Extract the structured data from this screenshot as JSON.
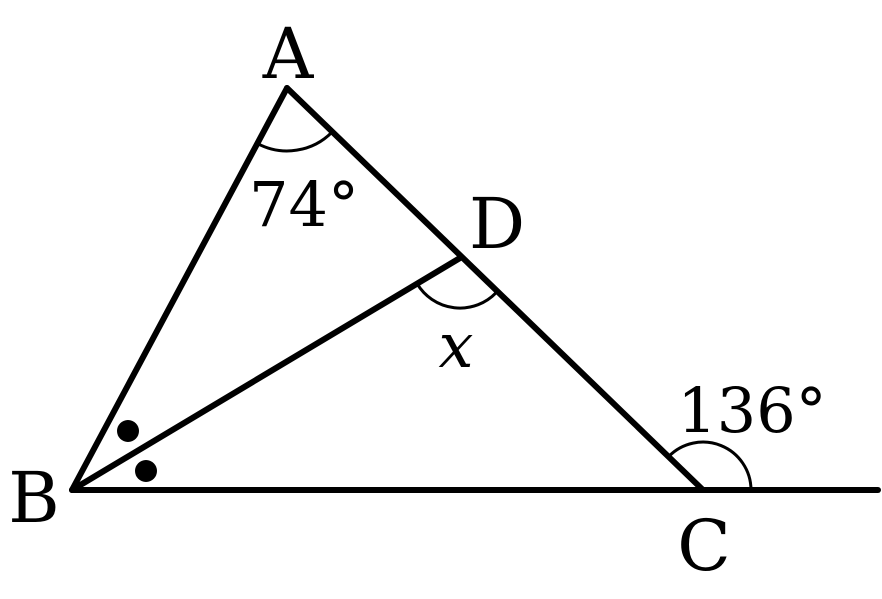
{
  "figure": {
    "vertices": {
      "a": "A",
      "b": "B",
      "c": "C",
      "d": "D"
    },
    "angles": {
      "at_a": "74°",
      "at_d": "x",
      "exterior_at_c": "136°"
    },
    "marks": {
      "equal_angle_marks_at_b": 2
    },
    "colors": {
      "stroke": "#000000",
      "background": "#ffffff"
    }
  }
}
